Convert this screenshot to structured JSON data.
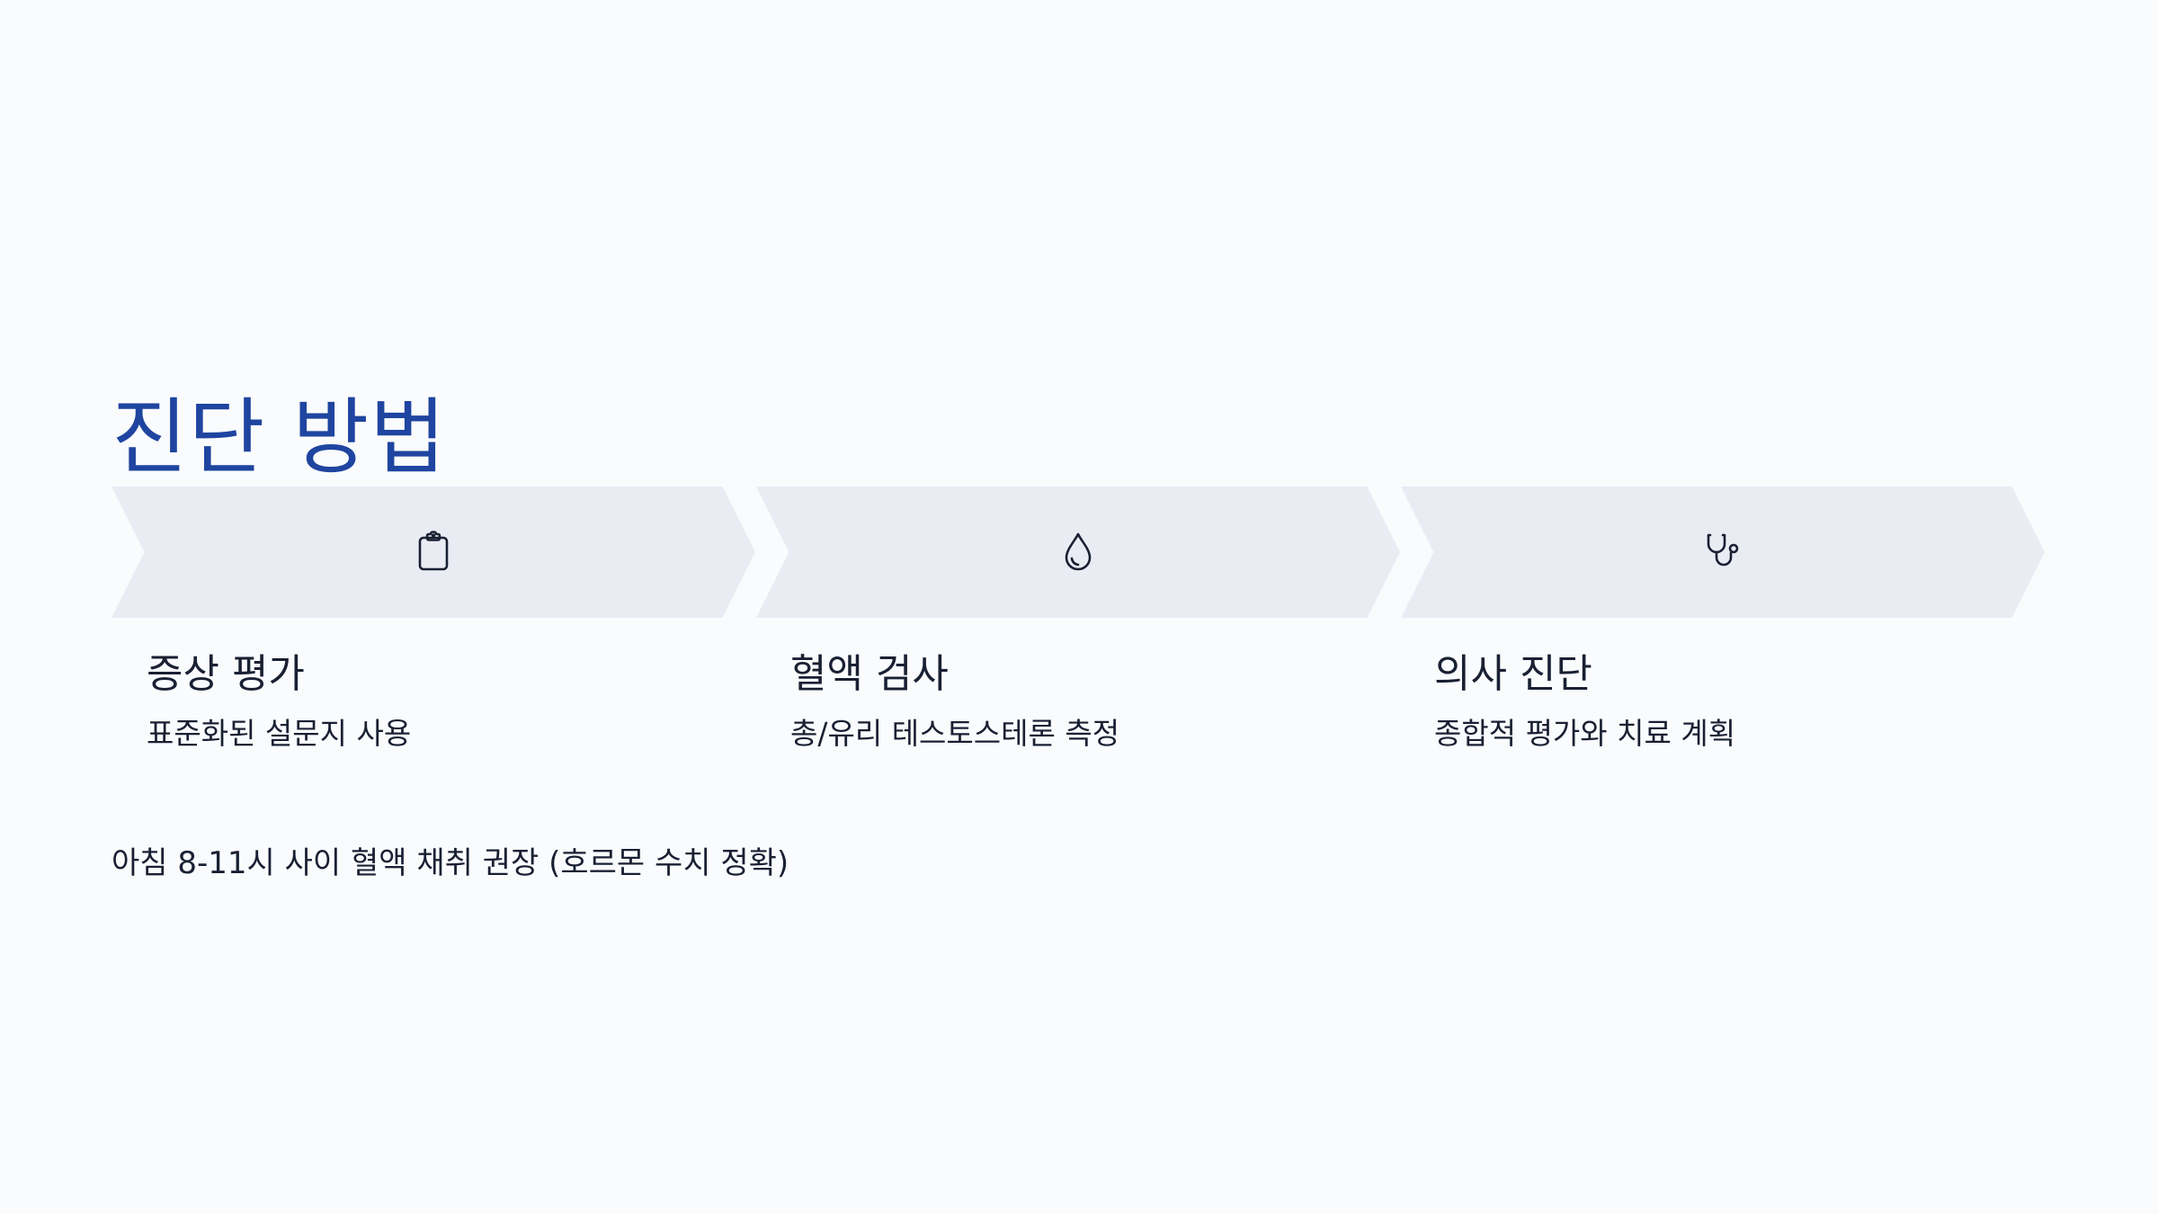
{
  "title": "진단 방법",
  "steps": [
    {
      "icon": "clipboard-icon",
      "title": "증상 평가",
      "desc": "표준화된 설문지 사용"
    },
    {
      "icon": "blood-drop-icon",
      "title": "혈액 검사",
      "desc": "총/유리 테스토스테론 측정"
    },
    {
      "icon": "stethoscope-icon",
      "title": "의사 진단",
      "desc": "종합적 평가와 치료 계획"
    }
  ],
  "note": "아침 8-11시 사이 혈액 채취 권장 (호르몬 수치 정확)",
  "colors": {
    "title": "#1f45a0",
    "chevron_fill": "#e9ecf3",
    "text": "#1a2033",
    "background": "#f9fbfd"
  }
}
